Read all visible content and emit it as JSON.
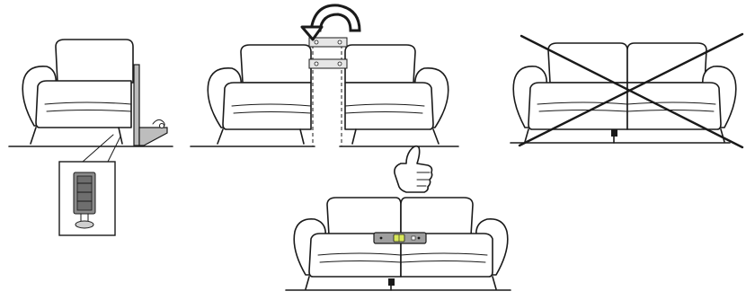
{
  "figure": {
    "panels": [
      {
        "id": "single-seat-with-bracket",
        "description_icon": "l-bracket-icon"
      },
      {
        "id": "seats-joined-with-connectors",
        "description_icon": "rotate-arrow-icon"
      },
      {
        "id": "incorrect-uneven-assembly",
        "description_icon": "cross-out-icon"
      },
      {
        "id": "correct-level-assembly",
        "description_icon": "thumbs-up-icon"
      }
    ],
    "colors": {
      "line": "#1a1a1a",
      "background": "#ffffff",
      "bubble": "#d9e85a",
      "level_body": "#9e9e9e"
    }
  }
}
